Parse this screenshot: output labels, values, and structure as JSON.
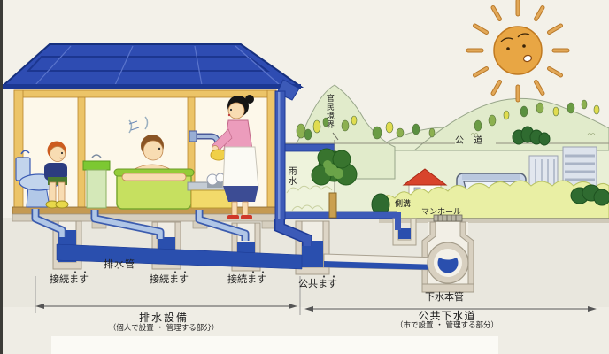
{
  "labels": {
    "boundary": "官民境界",
    "public_road": "公 道",
    "rainwater": "雨水",
    "side_gutter": "側溝",
    "manhole": "マンホール",
    "drain_pipe": "排水管",
    "connection_basin_1": "接続ます",
    "connection_basin_2": "接続ます",
    "connection_basin_3": "接続ます",
    "public_basin": "公共ます",
    "sewer_main": "下水本管"
  },
  "legend": {
    "private_section_title": "排水設備",
    "private_section_note": "（個人で設置 ・ 管理する部分）",
    "public_section_title": "公共下水道",
    "public_section_note": "（市で設置 ・ 管理する部分）"
  },
  "colors": {
    "roof_blue": "#2e4cb2",
    "water_blue": "#2a4fae",
    "pipe_light": "#b0c6e6",
    "sun_orange": "#e8a644",
    "hill_green": "#e1ebcb",
    "bush_yellow": "#e9efa4",
    "wall_cream": "#fbf3da",
    "accent_red": "#d8442c",
    "ground_grey": "#e9e7de"
  }
}
